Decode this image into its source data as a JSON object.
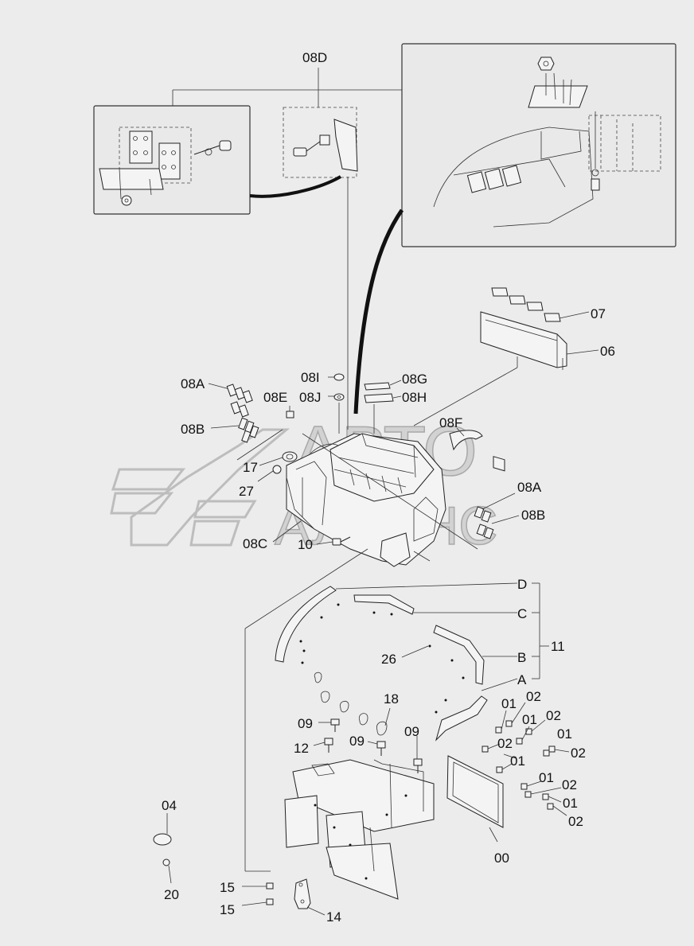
{
  "labels": {
    "l_08D": "08D",
    "l_07": "07",
    "l_06": "06",
    "l_08I": "08I",
    "l_08G": "08G",
    "l_08J": "08J",
    "l_08H": "08H",
    "l_08A_top": "08A",
    "l_08E": "08E",
    "l_08B_top": "08B",
    "l_08F": "08F",
    "l_17": "17",
    "l_27": "27",
    "l_08A_right": "08A",
    "l_08B_right": "08B",
    "l_08C": "08C",
    "l_10": "10",
    "l_D": "D",
    "l_C": "C",
    "l_11": "11",
    "l_26": "26",
    "l_B": "B",
    "l_A": "A",
    "l_18": "18",
    "l_09_a": "09",
    "l_09_b": "09",
    "l_09_c": "09",
    "l_12": "12",
    "l_01_a": "01",
    "l_02_a": "02",
    "l_01_b": "01",
    "l_02_b": "02",
    "l_01_c": "01",
    "l_02_c": "02",
    "l_01_d": "01",
    "l_02_d": "02",
    "l_01_e": "01",
    "l_02_e": "02",
    "l_01_f": "01",
    "l_02_f": "02",
    "l_00": "00",
    "l_04": "04",
    "l_20": "20",
    "l_15_a": "15",
    "l_15_b": "15",
    "l_14": "14"
  },
  "watermark": {
    "line1": "АВТО",
    "line2": "АЛЬЯНС"
  }
}
